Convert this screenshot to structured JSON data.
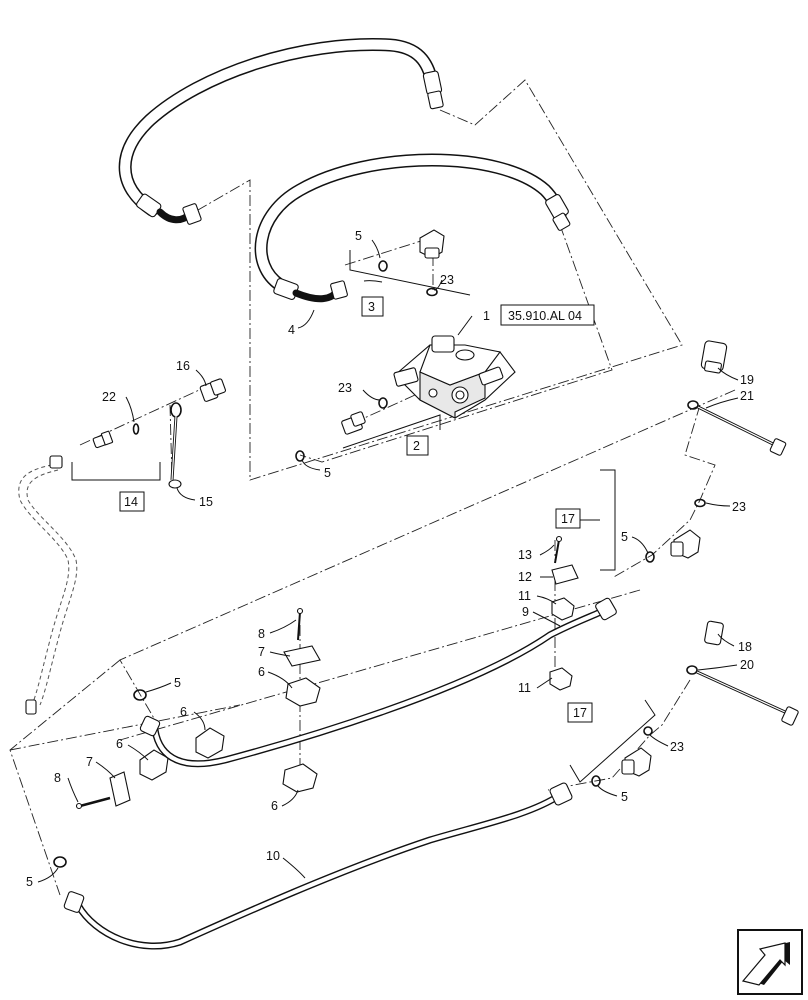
{
  "callouts": {
    "c1": "1",
    "c2": "2",
    "c3": "3",
    "c4": "4",
    "c5a": "5",
    "c5b": "5",
    "c5c": "5",
    "c5d": "5",
    "c5e": "5",
    "c5f": "5",
    "c6a": "6",
    "c6b": "6",
    "c6c": "6",
    "c6d": "6",
    "c7a": "7",
    "c7b": "7",
    "c8a": "8",
    "c8b": "8",
    "c9": "9",
    "c10": "10",
    "c11a": "11",
    "c11b": "11",
    "c12": "12",
    "c13": "13",
    "c14": "14",
    "c15": "15",
    "c16": "16",
    "c17a": "17",
    "c17b": "17",
    "c18": "18",
    "c19": "19",
    "c20": "20",
    "c21": "21",
    "c22": "22",
    "c23a": "23",
    "c23b": "23",
    "c23c": "23",
    "c23d": "23"
  },
  "reference": {
    "label": "35.910.AL 04"
  },
  "icons": {
    "nav": "forward-arrow-icon"
  }
}
